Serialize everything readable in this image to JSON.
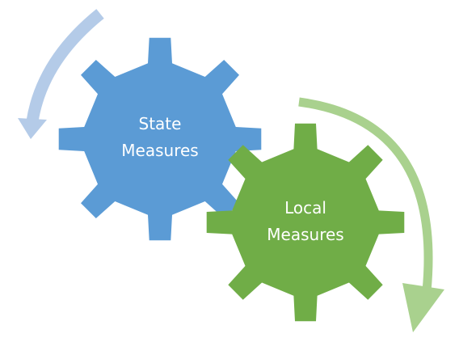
{
  "colors": {
    "state_gear": "#5B9BD5",
    "local_gear": "#70AD47",
    "state_arrow": "#B4CBE8",
    "local_arrow": "#A9D18E",
    "label_text": "#FFFFFF",
    "background": "#FFFFFF"
  },
  "gears": {
    "state": {
      "line1": "State",
      "line2": "Measures"
    },
    "local": {
      "line1": "Local",
      "line2": "Measures"
    }
  },
  "arrows": {
    "state_direction": "counter-clockwise",
    "local_direction": "clockwise"
  }
}
